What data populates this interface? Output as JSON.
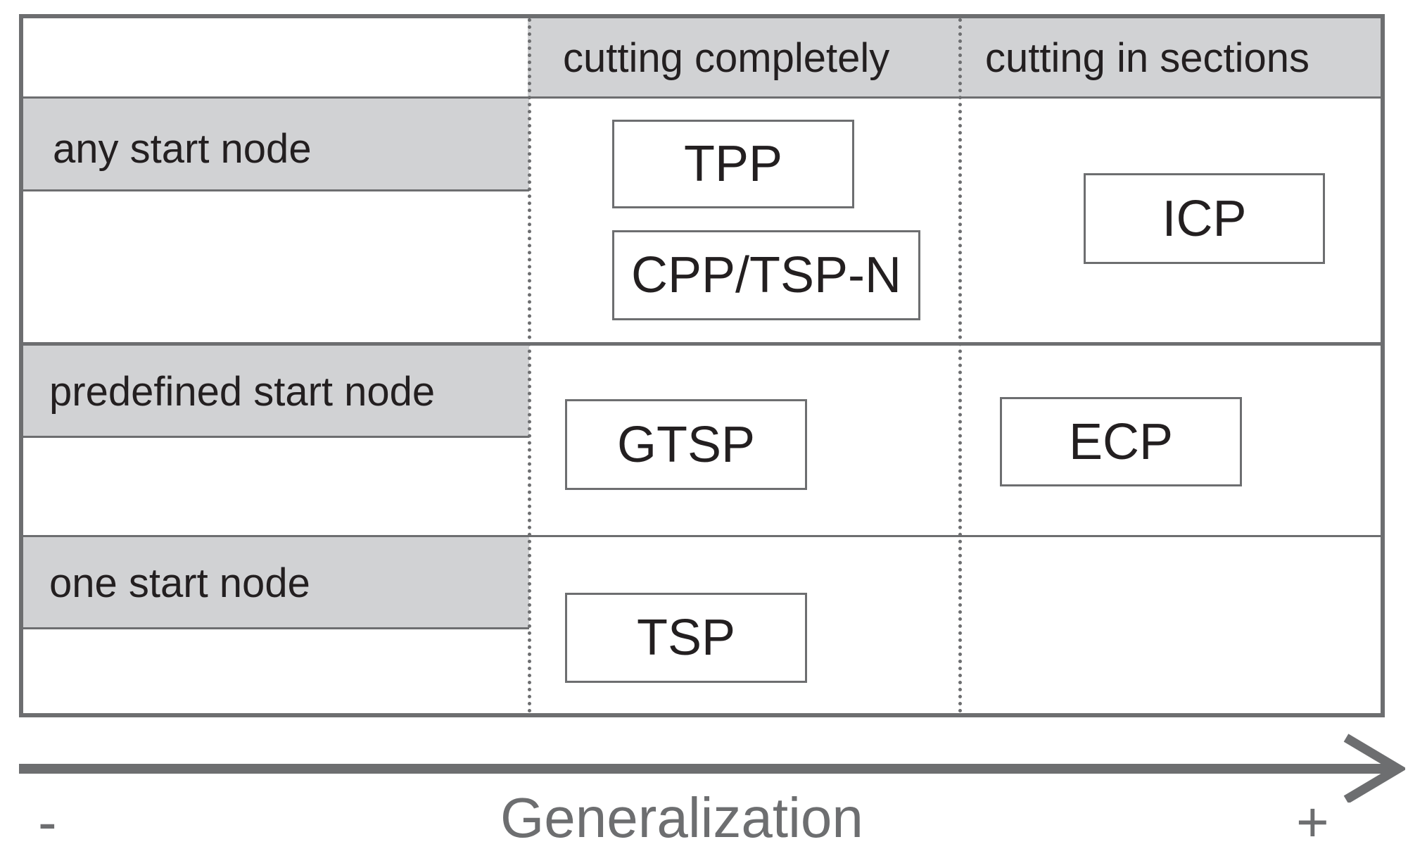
{
  "columns": [
    "cutting completely",
    "cutting in sections"
  ],
  "rows": [
    "any start node",
    "predefined start node",
    "one start node"
  ],
  "problems": {
    "tpp": "TPP",
    "cpp_tsp_n": "CPP/TSP-N",
    "icp": "ICP",
    "gtsp": "GTSP",
    "ecp": "ECP",
    "tsp": "TSP"
  },
  "axis": {
    "label": "Generalization",
    "min_symbol": "-",
    "max_symbol": "+"
  },
  "colors": {
    "header_fill": "#d1d2d4",
    "line": "#6d6e70",
    "text": "#231f20"
  }
}
